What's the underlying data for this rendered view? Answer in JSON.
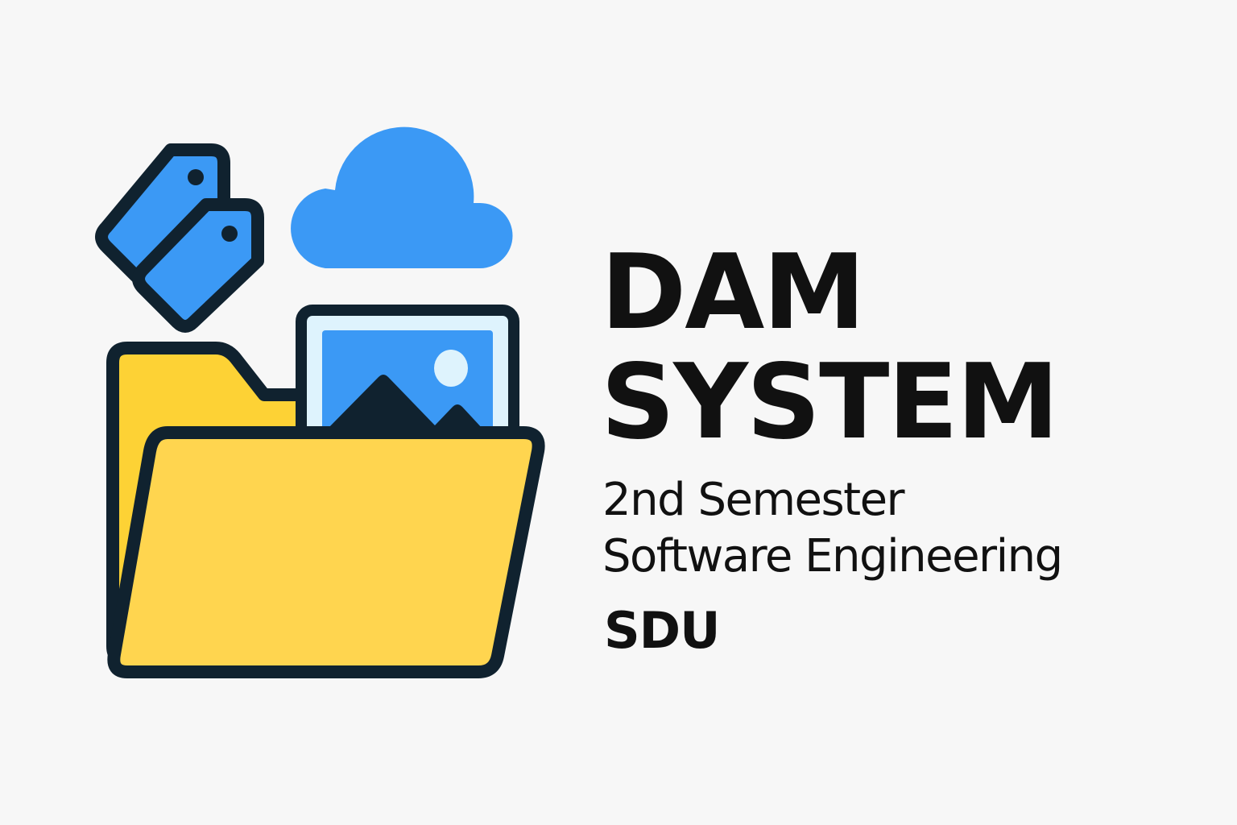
{
  "logo": {
    "title_lines": [
      "DAM",
      "SYSTEM"
    ],
    "subtitle_lines": [
      "2nd Semester",
      "Software Engineering"
    ],
    "organization": "SDU"
  },
  "illustration": {
    "icons": [
      "tags-icon",
      "cloud-icon",
      "image-icon",
      "folder-icon"
    ]
  },
  "colors": {
    "background": "#f7f7f7",
    "outline": "#10222f",
    "blue": "#3b99f5",
    "light_blue": "#def3fd",
    "folder_yellow": "#ffd54f",
    "folder_back_yellow": "#fdd235",
    "text": "#111111"
  }
}
